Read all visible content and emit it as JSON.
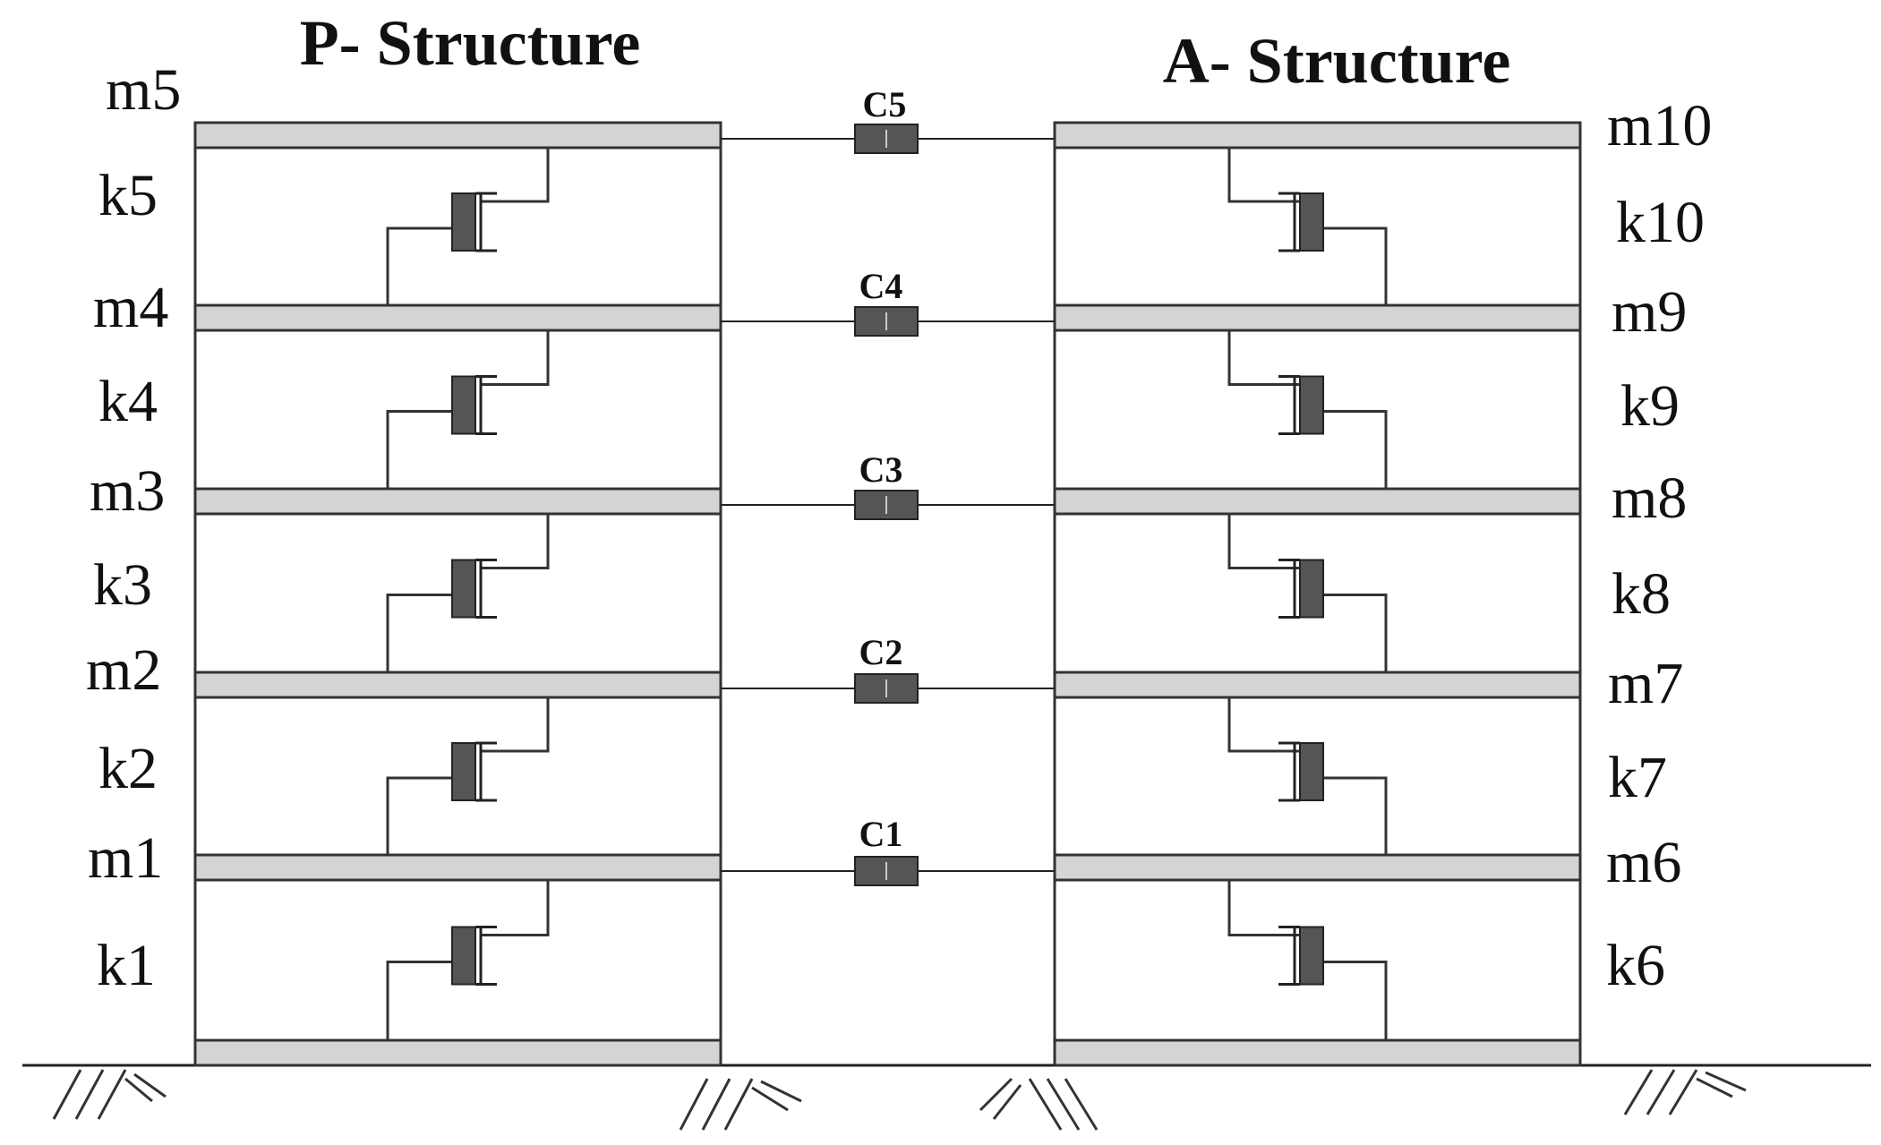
{
  "titles": {
    "left": "P- Structure",
    "right": "A- Structure"
  },
  "p_structure": {
    "masses": [
      "m5",
      "m4",
      "m3",
      "m2",
      "m1"
    ],
    "springs": [
      "k5",
      "k4",
      "k3",
      "k2",
      "k1"
    ]
  },
  "a_structure": {
    "masses": [
      "m10",
      "m9",
      "m8",
      "m7",
      "m6"
    ],
    "springs": [
      "k10",
      "k9",
      "k8",
      "k7",
      "k6"
    ]
  },
  "connecting_dampers": [
    "C5",
    "C4",
    "C3",
    "C2",
    "C1"
  ],
  "colors": {
    "slab_fill": "#d4d4d4",
    "frame_stroke": "#333333",
    "damper_fill": "#555555"
  }
}
